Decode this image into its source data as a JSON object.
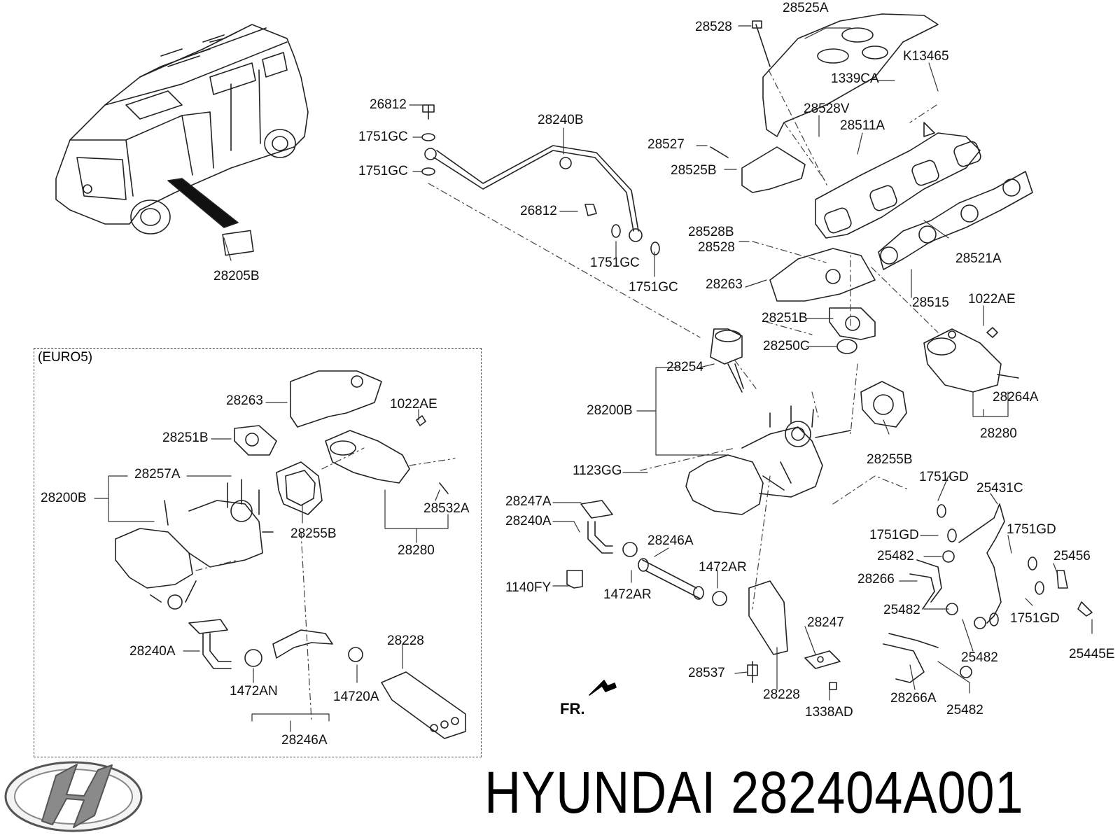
{
  "brand": {
    "name": "HYUNDAI",
    "part_number": "282404A001"
  },
  "euro_section": {
    "title": "(EURO5)"
  },
  "direction": {
    "label": "FR."
  },
  "part_labels": [
    "28525A",
    "28528",
    "K13465",
    "1339CA",
    "26812",
    "28240B",
    "1751GC",
    "28528V",
    "28511A",
    "1751GC",
    "28527",
    "28525B",
    "26812",
    "28528B",
    "28528",
    "28521A",
    "1751GC",
    "1751GC",
    "28263",
    "28515",
    "28205B",
    "1022AE",
    "28251B",
    "28250C",
    "28254",
    "28264A",
    "28200B",
    "28280",
    "28255B",
    "1123GG",
    "1751GD",
    "25431C",
    "28247A",
    "28240A",
    "28246A",
    "1751GD",
    "1751GD",
    "25482",
    "25456",
    "1472AR",
    "28266",
    "1140FY",
    "1472AR",
    "25482",
    "1751GD",
    "28247",
    "25445E",
    "25482",
    "28537",
    "28228",
    "1338AD",
    "28266A",
    "25482",
    "28263",
    "1022AE",
    "28251B",
    "28257A",
    "28200B",
    "28532A",
    "28255B",
    "28280",
    "28240A",
    "28228",
    "1472AN",
    "14720A",
    "28246A"
  ]
}
